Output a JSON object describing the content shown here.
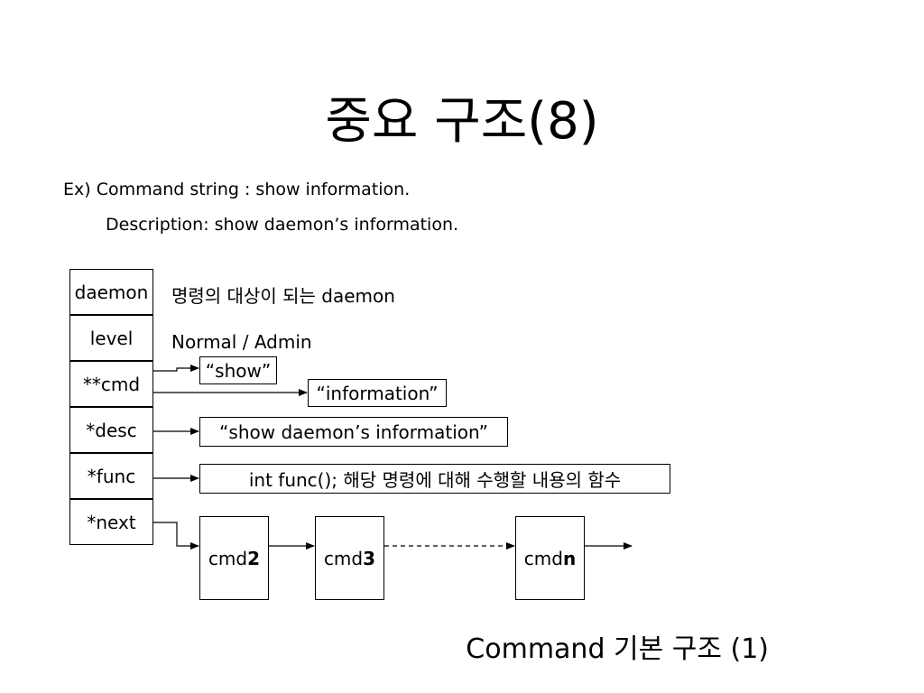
{
  "title": "중요 구조(8)",
  "example": {
    "command_line": "Ex) Command string : show information.",
    "description_line": "Description: show daemon’s information."
  },
  "struct_fields": [
    "daemon",
    "level",
    "**cmd",
    "*desc",
    "*func",
    "*next"
  ],
  "notes": {
    "daemon": "명령의 대상이 되는 daemon",
    "level": "Normal / Admin"
  },
  "strings": {
    "cmd_first": "“show”",
    "cmd_second": "“information”",
    "desc": "“show daemon’s information”",
    "func": "int func(); 해당 명령에 대해 수행할 내용의 함수"
  },
  "nodes": [
    {
      "prefix": "cmd",
      "suffix": "2"
    },
    {
      "prefix": "cmd",
      "suffix": "3"
    },
    {
      "prefix": "cmd",
      "suffix": "n"
    }
  ],
  "caption": "Command 기본 구조 (1)"
}
